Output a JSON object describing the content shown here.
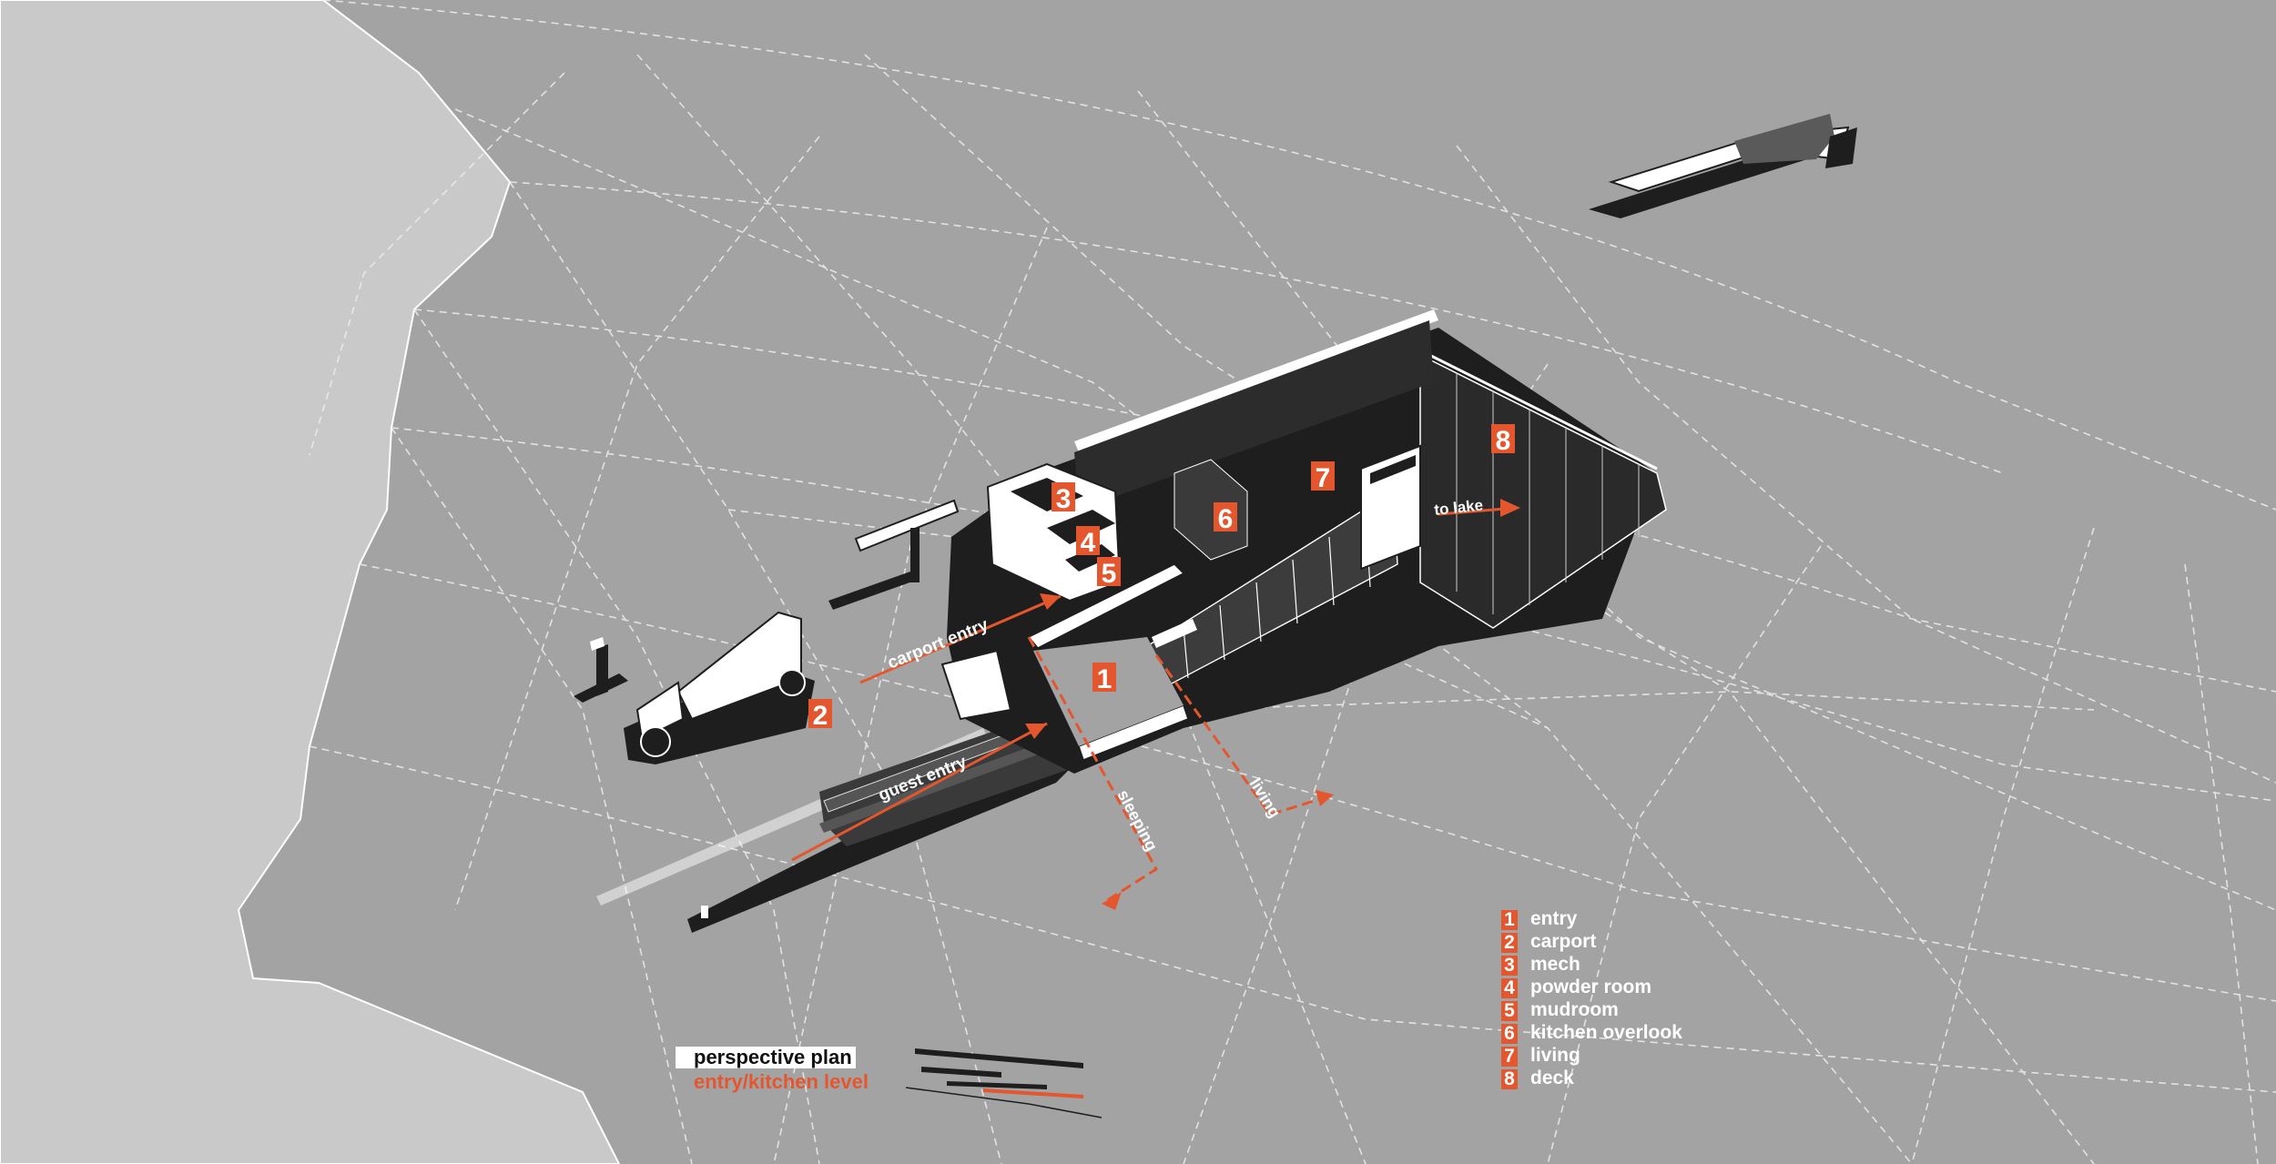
{
  "plan": {
    "title": "perspective plan",
    "subtitle": "entry/kitchen level"
  },
  "rooms": [
    {
      "num": "1",
      "name": "entry"
    },
    {
      "num": "2",
      "name": "carport"
    },
    {
      "num": "3",
      "name": "mech"
    },
    {
      "num": "4",
      "name": "powder room"
    },
    {
      "num": "5",
      "name": "mudroom"
    },
    {
      "num": "6",
      "name": "kitchen overlook"
    },
    {
      "num": "7",
      "name": "living"
    },
    {
      "num": "8",
      "name": "deck"
    }
  ],
  "paths": {
    "carport_entry": "carport entry",
    "guest_entry": "guest entry",
    "sleeping": "sleeping",
    "living": "living",
    "to_lake": "to lake"
  },
  "colors": {
    "background": "#a3a3a3",
    "shore": "#c9c9c9",
    "accent": "#e4572e",
    "structure": "#1e1e1e",
    "walls": "#ffffff"
  }
}
